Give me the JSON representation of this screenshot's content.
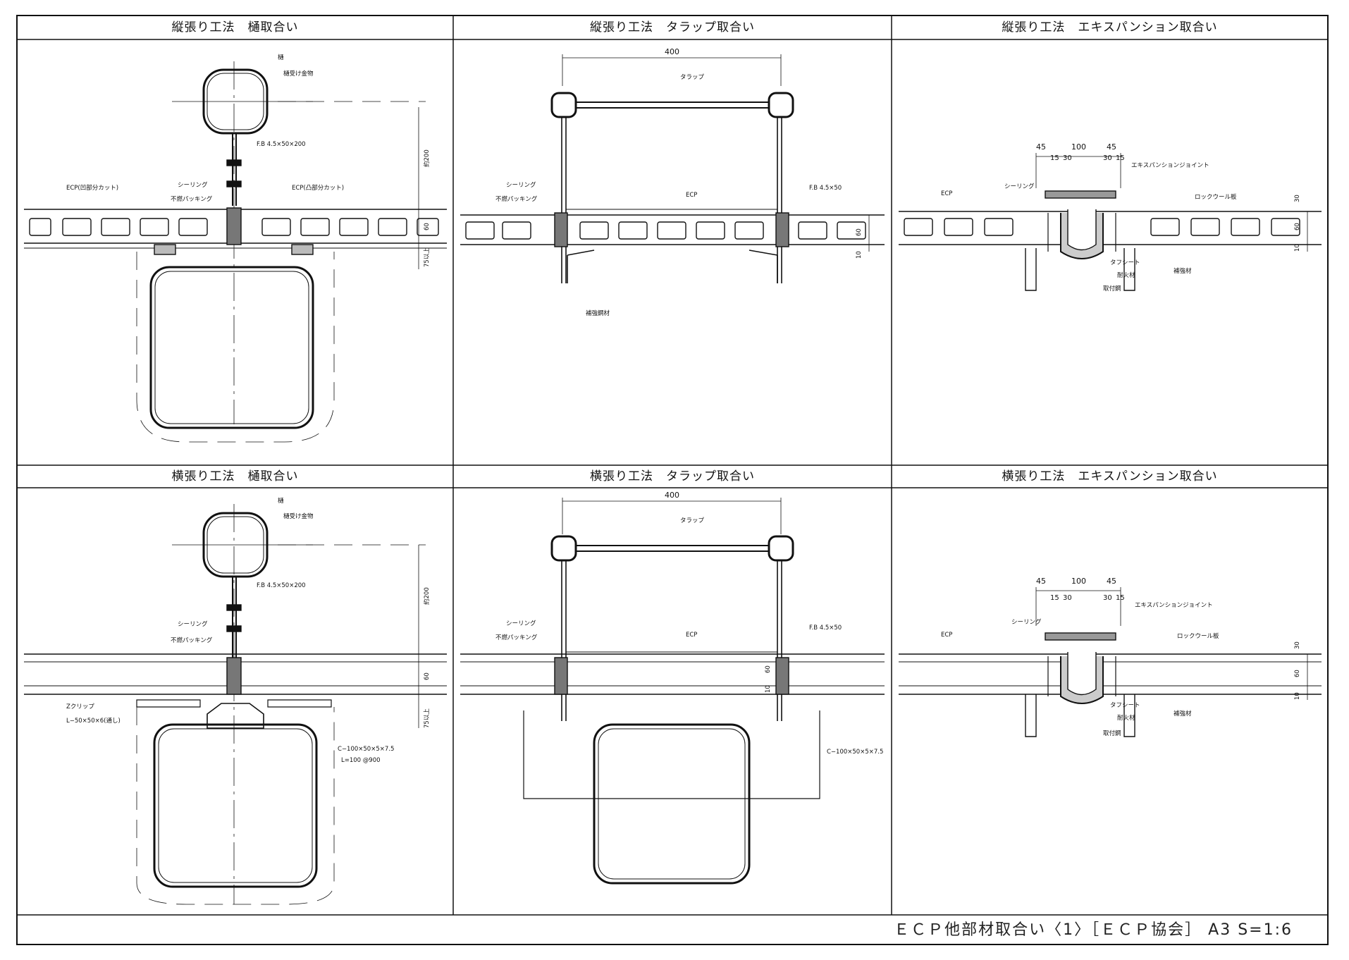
{
  "sheet": {
    "footer": "ＥＣＰ他部材取合い〈1〉［ＥＣＰ協会］ A3 S=1:6"
  },
  "panels": [
    {
      "title": "縦張り工法　樋取合い",
      "labels": [
        "樋",
        "樋受け金物",
        "F.B 4.5×50×200",
        "シーリング",
        "不燃パッキング",
        "ECP(凹部分カット)",
        "ECP(凸部分カット)",
        "約200",
        "60",
        "75以上"
      ]
    },
    {
      "title": "縦張り工法　タラップ取合い",
      "labels": [
        "400",
        "タラップ",
        "シーリング",
        "不燃パッキング",
        "ECP",
        "F.B 4.5×50",
        "60",
        "10",
        "補強鋼材"
      ]
    },
    {
      "title": "縦張り工法　エキスパンション取合い",
      "labels": [
        "45",
        "100",
        "45",
        "15",
        "30",
        "30",
        "15",
        "エキスパンションジョイント",
        "ECP",
        "シーリング",
        "ロックウール板",
        "30",
        "60",
        "10",
        "タフシート",
        "耐火材",
        "補強材",
        "取付鋼"
      ]
    },
    {
      "title": "横張り工法　樋取合い",
      "labels": [
        "樋",
        "樋受け金物",
        "F.B 4.5×50×200",
        "シーリング",
        "不燃パッキング",
        "Zクリップ",
        "L−50×50×6(通し)",
        "C−100×50×5×7.5",
        "L=100 @900",
        "約200",
        "60",
        "75以上"
      ]
    },
    {
      "title": "横張り工法　タラップ取合い",
      "labels": [
        "400",
        "タラップ",
        "シーリング",
        "不燃パッキング",
        "ECP",
        "F.B 4.5×50",
        "60",
        "10",
        "C−100×50×5×7.5"
      ]
    },
    {
      "title": "横張り工法　エキスパンション取合い",
      "labels": [
        "45",
        "100",
        "45",
        "15",
        "30",
        "30",
        "15",
        "エキスパンションジョイント",
        "ECP",
        "シーリング",
        "ロックウール板",
        "30",
        "60",
        "10",
        "タフシート",
        "耐火材",
        "補強材",
        "取付鋼"
      ]
    }
  ]
}
